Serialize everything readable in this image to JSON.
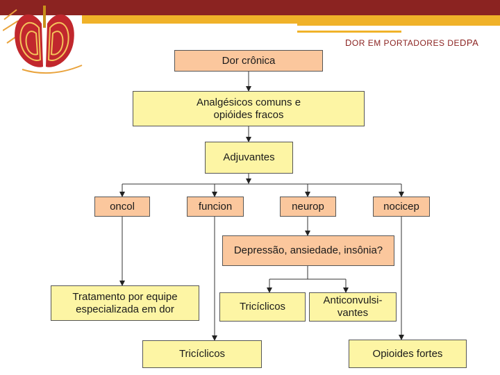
{
  "header": {
    "title_prefix": "D",
    "title_small": "OR EM PORTADORES DE",
    "title_suffix": "DPA"
  },
  "nodes": {
    "dor_cronica": "Dor crônica",
    "analgesicos": "Analgésicos comuns e opióides fracos",
    "adjuvantes": "Adjuvantes",
    "oncol": "oncol",
    "funcion": "funcion",
    "neurop": "neurop",
    "nocicep": "nocicep",
    "depressao": "Depressão, ansiedade, insônia?",
    "tratamento": "Tratamento por equipe especializada em dor",
    "triciclicos_mid": "Tricíclicos",
    "anticonvulsivantes": "Anticonvulsi-vantes",
    "triciclicos_bottom": "Tricíclicos",
    "opioides_fortes": "Opioides fortes"
  },
  "colors": {
    "maroon": "#8b2321",
    "orange": "#f0b229",
    "peach": "#fbc79d",
    "yellow": "#fdf5a4"
  }
}
